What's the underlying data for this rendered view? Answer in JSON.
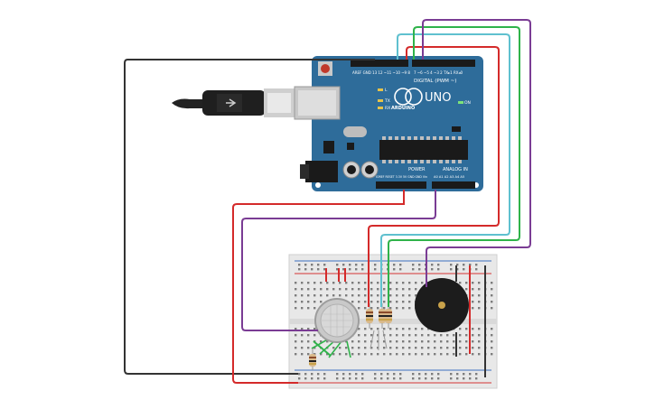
{
  "board": {
    "header_top": "AREF  GND  13  12  ~11  ~10  ~9  8",
    "header_top_right": "7  ~6  ~5  4  ~3  2  TX▸1  RX◂0",
    "digital_label": "DIGITAL (PWM ~)",
    "uno_label": "UNO",
    "arduino_label": "ARDUINO",
    "on_label": "ON",
    "l_label": "L",
    "tx_label": "TX",
    "rx_label": "RX",
    "power_label": "POWER",
    "analog_label": "ANALOG IN",
    "power_pins": "IOREF RESET 3.3V 5V GND GND Vin",
    "analog_pins": "A0 A1 A2 A3 A4 A5"
  },
  "colors": {
    "board": "#2e6c9a",
    "board_dark": "#1f5478",
    "wire_red": "#d42a2a",
    "wire_black": "#333333",
    "wire_purple": "#7a3c94",
    "wire_green": "#2fb34a",
    "wire_teal": "#5fc0cf",
    "breadboard": "#e8e8e8",
    "buzzer": "#1c1c1c"
  }
}
